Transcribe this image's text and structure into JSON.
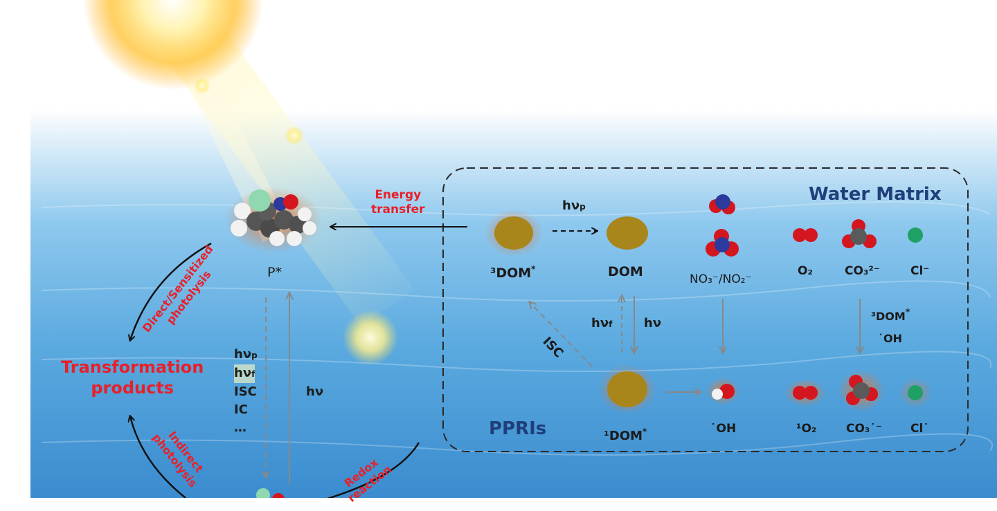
{
  "colors": {
    "water_top": "#cfe6f6",
    "water_mid": "#6cb4e4",
    "water_deep": "#3a8fd0",
    "label_red": "#e8202a",
    "label_dark": "#1b1b1b",
    "title_navy": "#1f3f7a",
    "dom_brown": "#a8861c",
    "oxygen_red": "#d4161f",
    "nitrogen_blue": "#2b3a9c",
    "carbon_gray": "#5a5a5a",
    "chlorine_green": "#1fa064"
  },
  "box": {
    "title": "Water Matrix",
    "ppri_label": "PPRIs"
  },
  "pollutant": {
    "label": "P*"
  },
  "energy_transfer": {
    "line1": "Energy",
    "line2": "transfer"
  },
  "transformation": {
    "line1": "Transformation",
    "line2": "products"
  },
  "pathways": {
    "direct_line1": "Direct/Sensitized",
    "direct_line2": "photolysis",
    "indirect_line1": "Indirect",
    "indirect_line2": "photolysis",
    "redox_line1": "Redox",
    "redox_line2": "reaction"
  },
  "jablonski": {
    "items": [
      "hν",
      "hν",
      "ISC",
      "IC",
      "…"
    ],
    "item1_sub": "p",
    "item2_sub": "f",
    "right_label": "hν"
  },
  "dom": {
    "triplet": "³DOM",
    "triplet_sup": "*",
    "ground": "DOM",
    "singlet": "¹DOM",
    "singlet_sup": "*",
    "hv_p": "hν",
    "hv_p_sub": "p",
    "hv_f": "hν",
    "hv_f_sub": "f",
    "hv": "hν",
    "isc": "ISC"
  },
  "species": {
    "nitrate": "NO₃⁻/NO₂⁻",
    "o2": "O₂",
    "carbonate": "CO₃²⁻",
    "chloride": "Cl⁻",
    "oh": "˙OH",
    "singlet_o2": "¹O₂",
    "carbonate_radical": "CO₃˙⁻",
    "cl_radical": "Cl˙",
    "reagent1": "³DOM",
    "reagent1_sup": "*",
    "reagent2": "˙OH"
  }
}
